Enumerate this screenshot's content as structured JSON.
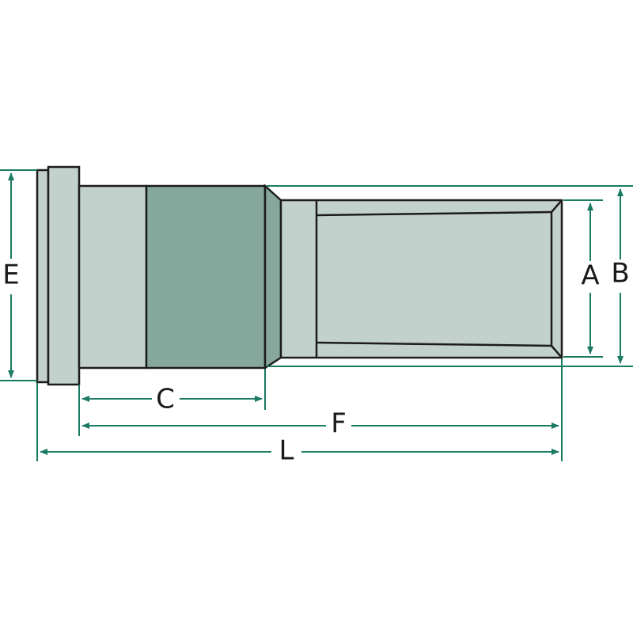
{
  "colors": {
    "part_light": "#c3d1cc",
    "part_knurl": "#86a89c",
    "outline": "#1c1c1c",
    "dimension": "#1a7a62",
    "background": "#ffffff"
  },
  "labels": {
    "E": "E",
    "C": "C",
    "F": "F",
    "L": "L",
    "A": "A",
    "B": "B"
  }
}
